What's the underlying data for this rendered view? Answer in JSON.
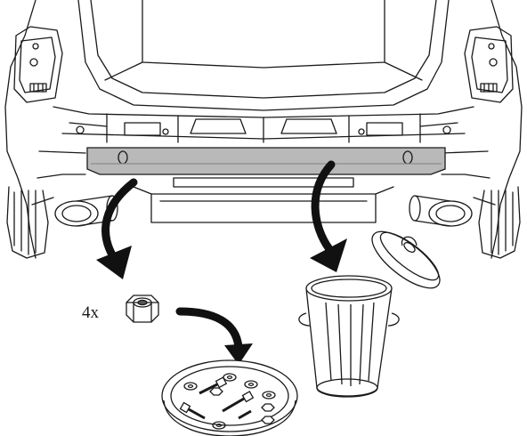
{
  "figure": {
    "type": "installation-diagram",
    "quantity_label": "4x",
    "colors": {
      "line": "#1a1a1a",
      "part_fill": "#b9b9b9",
      "arrow": "#111111",
      "background": "#ffffff"
    },
    "parts": {
      "removed_part": "rear-bumper-crossbar",
      "fastener": "hex-nut-icon",
      "storage": "parts-tray",
      "disposal": "waste-bin"
    }
  }
}
